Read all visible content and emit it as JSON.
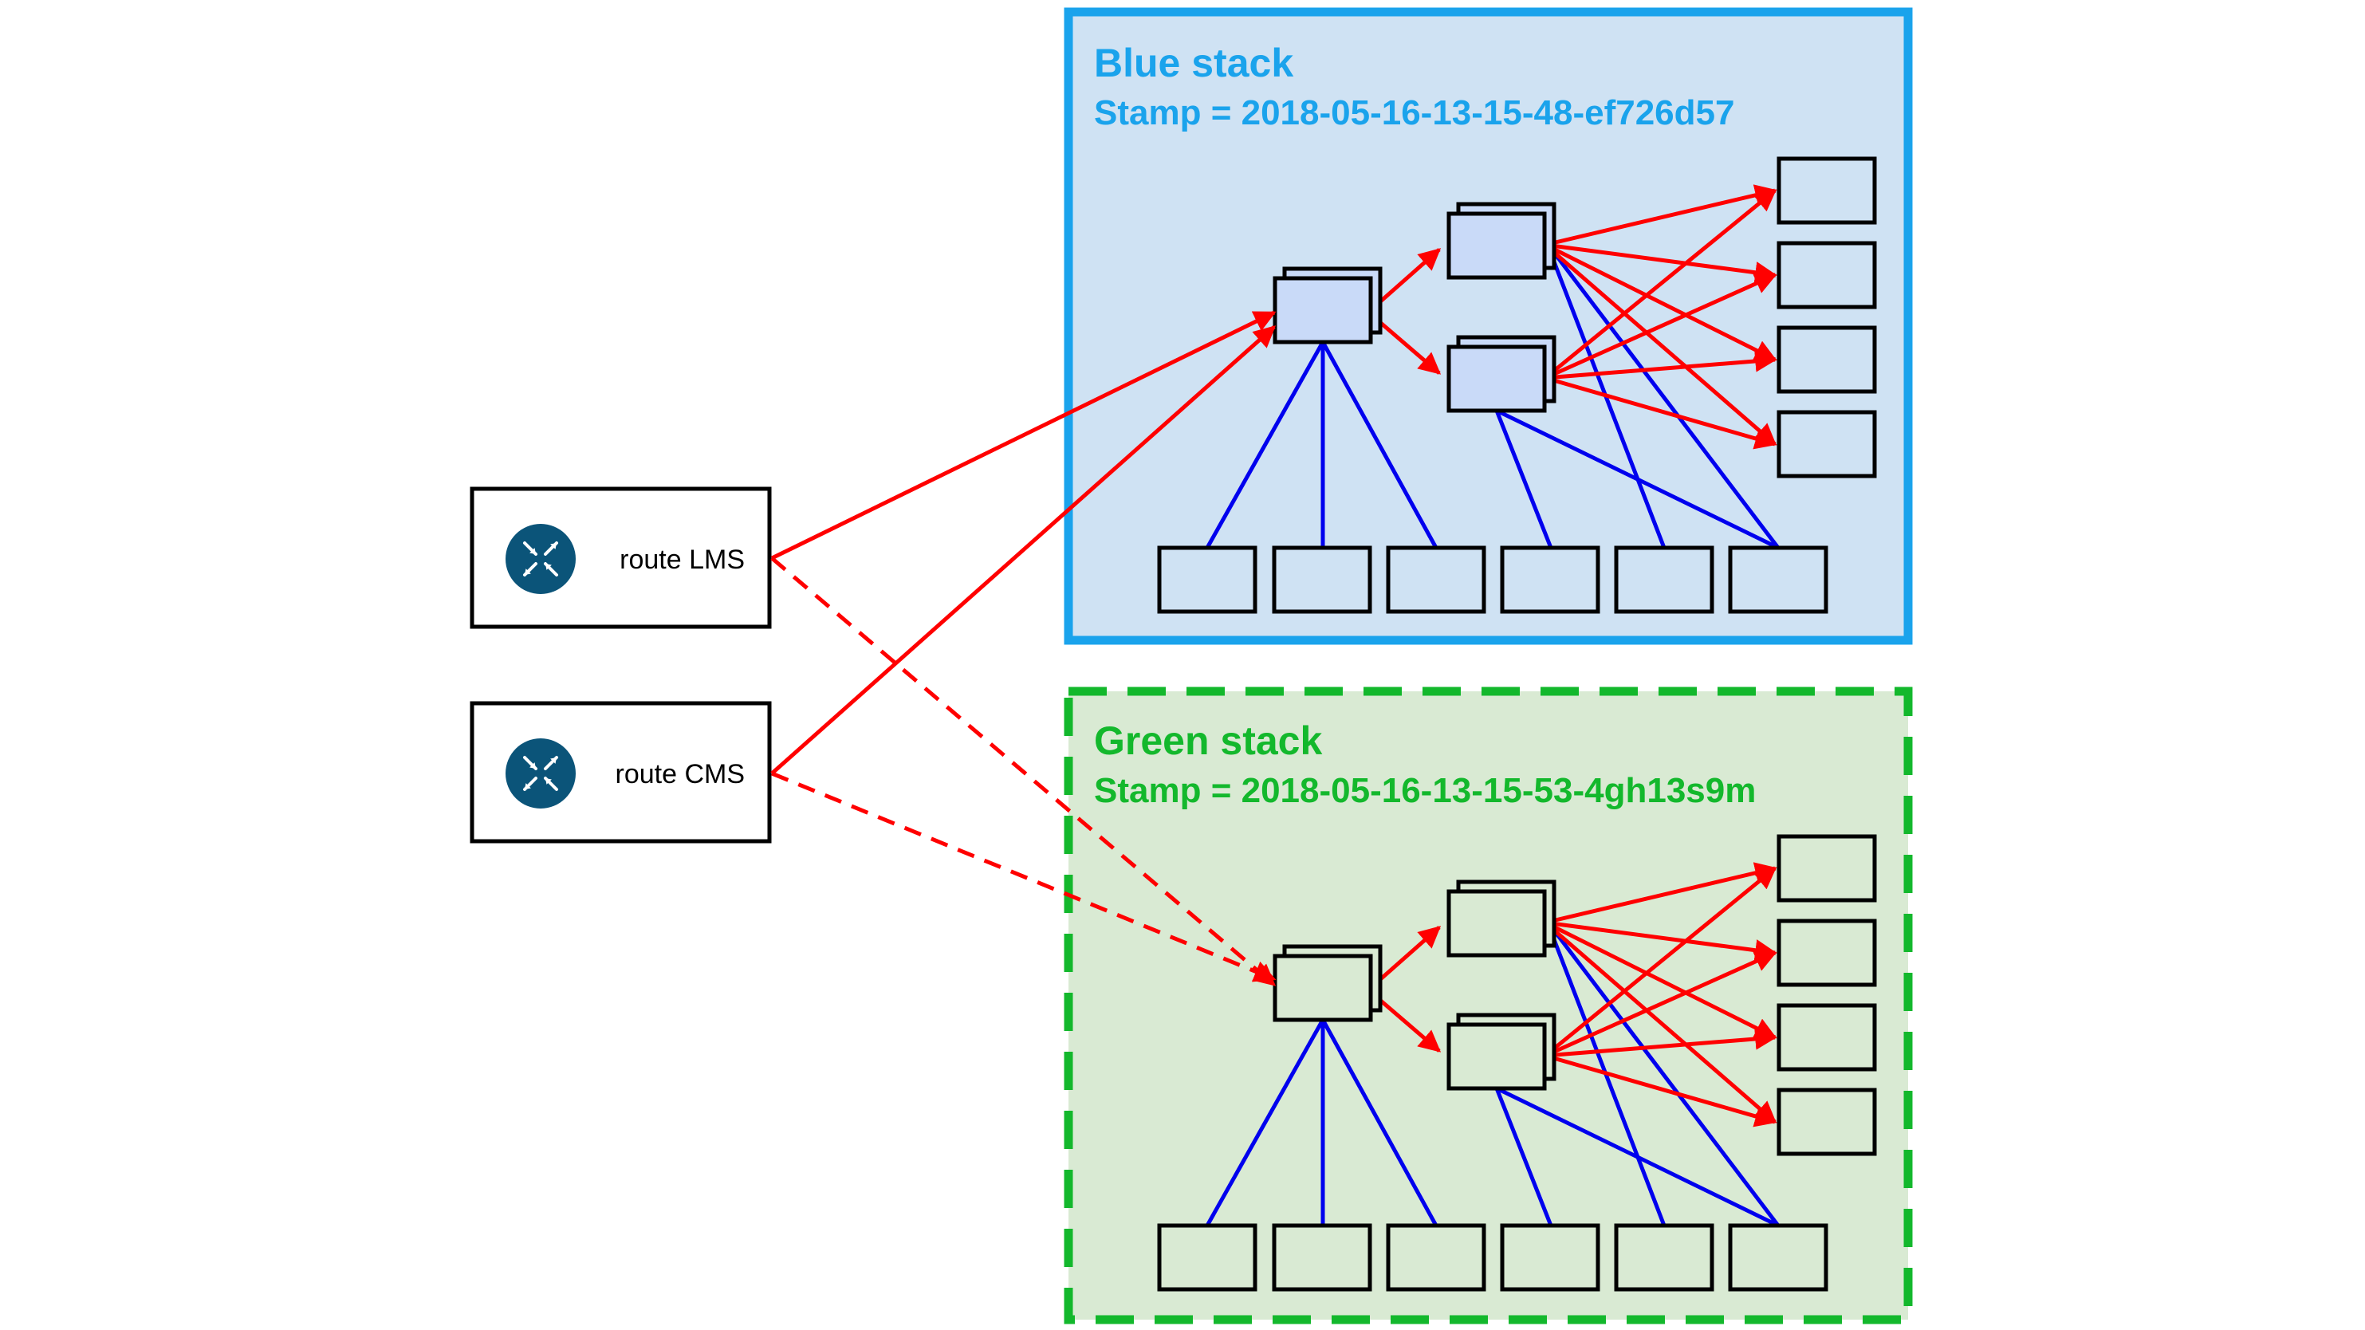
{
  "routes": [
    {
      "label": "route LMS",
      "icon": "router-icon"
    },
    {
      "label": "route CMS",
      "icon": "router-icon"
    }
  ],
  "stacks": {
    "blue": {
      "title": "Blue stack",
      "stamp": "Stamp = 2018-05-16-13-15-48-ef726d57",
      "accent": "#1aa3ec",
      "fill": "#cfe2f3",
      "node_fill": "#c9daf8",
      "leaf_fill": "#cfe2f3",
      "border_style": "solid"
    },
    "green": {
      "title": "Green stack",
      "stamp": "Stamp = 2018-05-16-13-15-53-4gh13s9m",
      "accent": "#13b82c",
      "fill": "#d9ead3",
      "node_fill": "#d9ead3",
      "leaf_fill": "#d9ead3",
      "border_style": "dashed"
    }
  },
  "colors": {
    "request_arrow": "#ff0000",
    "dependency_line": "#0000ee",
    "router_icon": "#0b5479",
    "box_stroke": "#000000"
  },
  "connections": {
    "active": "solid",
    "inactive": "dashed"
  }
}
